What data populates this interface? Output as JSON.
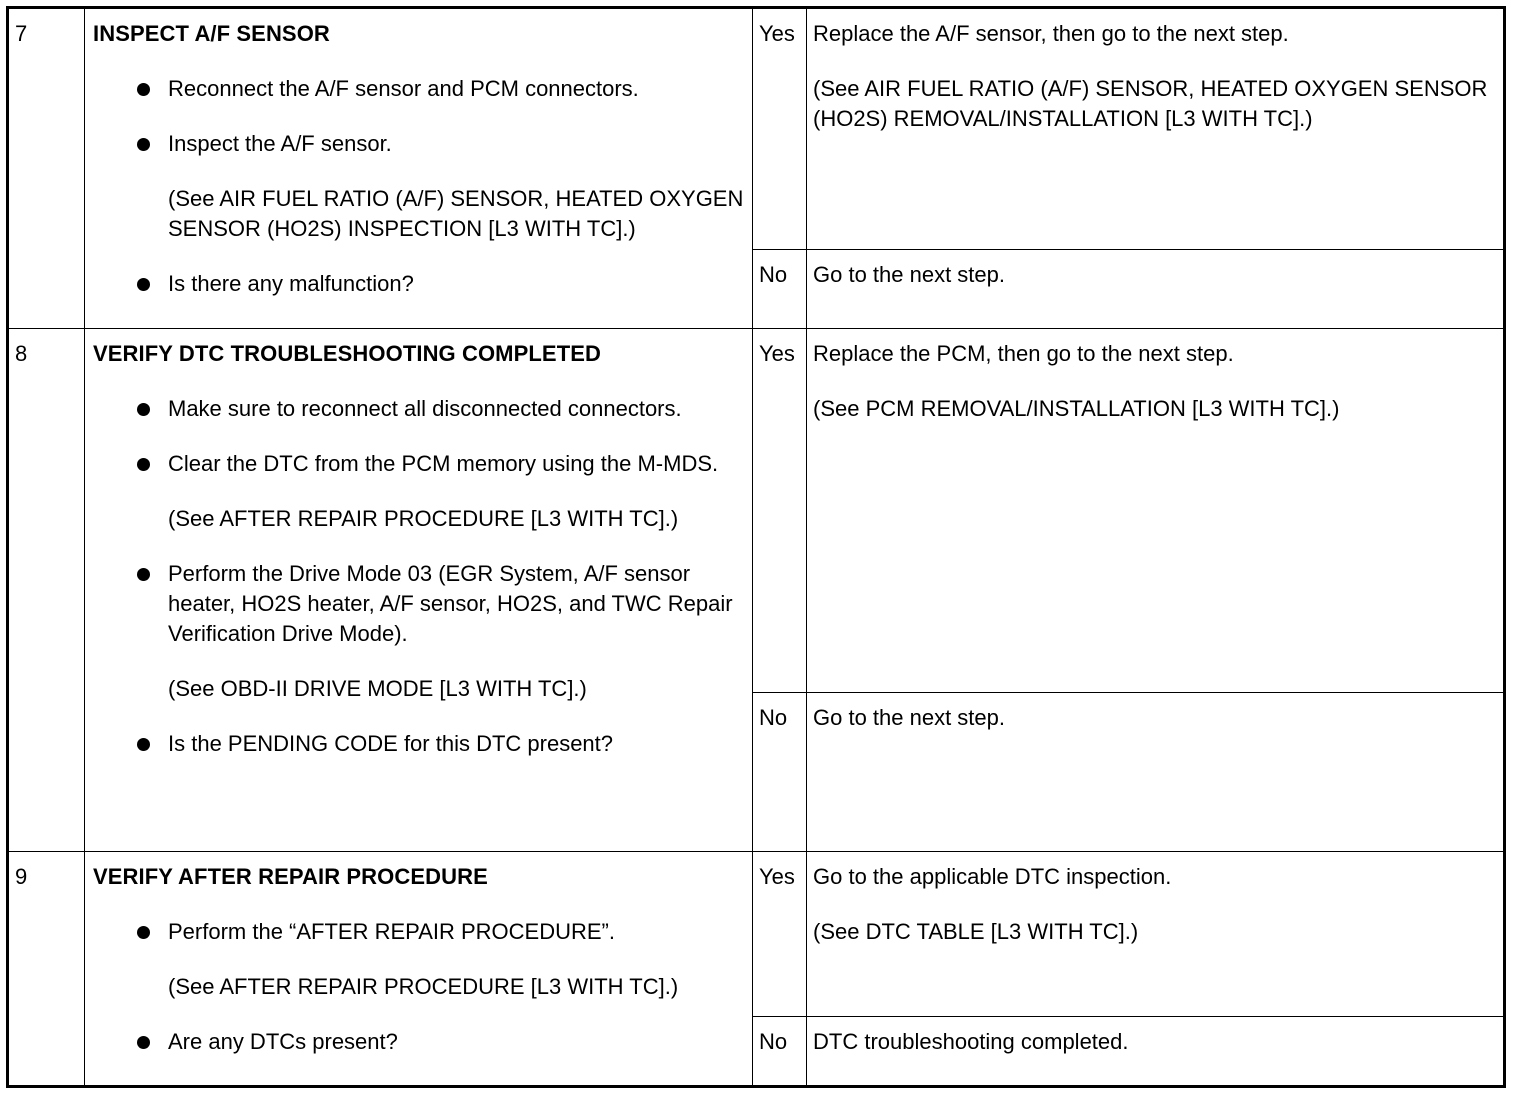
{
  "steps": [
    {
      "number": "7",
      "title": "INSPECT A/F SENSOR",
      "yes_label": "Yes",
      "yes_text": "Replace the A/F sensor, then go to the next step.",
      "yes_ref": "(See AIR FUEL RATIO (A/F) SENSOR, HEATED OXYGEN SENSOR (HO2S) REMOVAL/INSTALLATION [L3 WITH TC].)",
      "no_label": "No",
      "no_text": "Go to the next step.",
      "items": [
        {
          "bullet": "Reconnect the A/F sensor and PCM connectors."
        },
        {
          "bullet": "Inspect the A/F sensor.",
          "ref": "(See AIR FUEL RATIO (A/F) SENSOR, HEATED OXYGEN SENSOR (HO2S) INSPECTION [L3 WITH TC].)"
        },
        {
          "bullet": "Is there any malfunction?"
        }
      ]
    },
    {
      "number": "8",
      "title": "VERIFY DTC TROUBLESHOOTING COMPLETED",
      "yes_label": "Yes",
      "yes_text": "Replace the PCM, then go to the next step.",
      "yes_ref": "(See PCM REMOVAL/INSTALLATION [L3 WITH TC].)",
      "no_label": "No",
      "no_text": "Go to the next step.",
      "items": [
        {
          "bullet": "Make sure to reconnect all disconnected connectors."
        },
        {
          "bullet": "Clear the DTC from the PCM memory using the M-MDS.",
          "ref": "(See AFTER REPAIR PROCEDURE [L3 WITH TC].)"
        },
        {
          "bullet": "Perform the Drive Mode 03 (EGR System, A/F sensor heater, HO2S heater, A/F sensor, HO2S, and TWC Repair Verification Drive Mode).",
          "ref": "(See OBD-II DRIVE MODE [L3 WITH TC].)"
        },
        {
          "bullet": "Is the PENDING CODE for this DTC present?"
        }
      ]
    },
    {
      "number": "9",
      "title": "VERIFY AFTER REPAIR PROCEDURE",
      "yes_label": "Yes",
      "yes_text": "Go to the applicable DTC inspection.",
      "yes_ref": "(See DTC TABLE [L3 WITH TC].)",
      "no_label": "No",
      "no_text": "DTC troubleshooting completed.",
      "items": [
        {
          "bullet": "Perform the “AFTER REPAIR PROCEDURE”.",
          "ref": "(See AFTER REPAIR PROCEDURE [L3 WITH TC].)"
        },
        {
          "bullet": "Are any DTCs present?"
        }
      ]
    }
  ]
}
